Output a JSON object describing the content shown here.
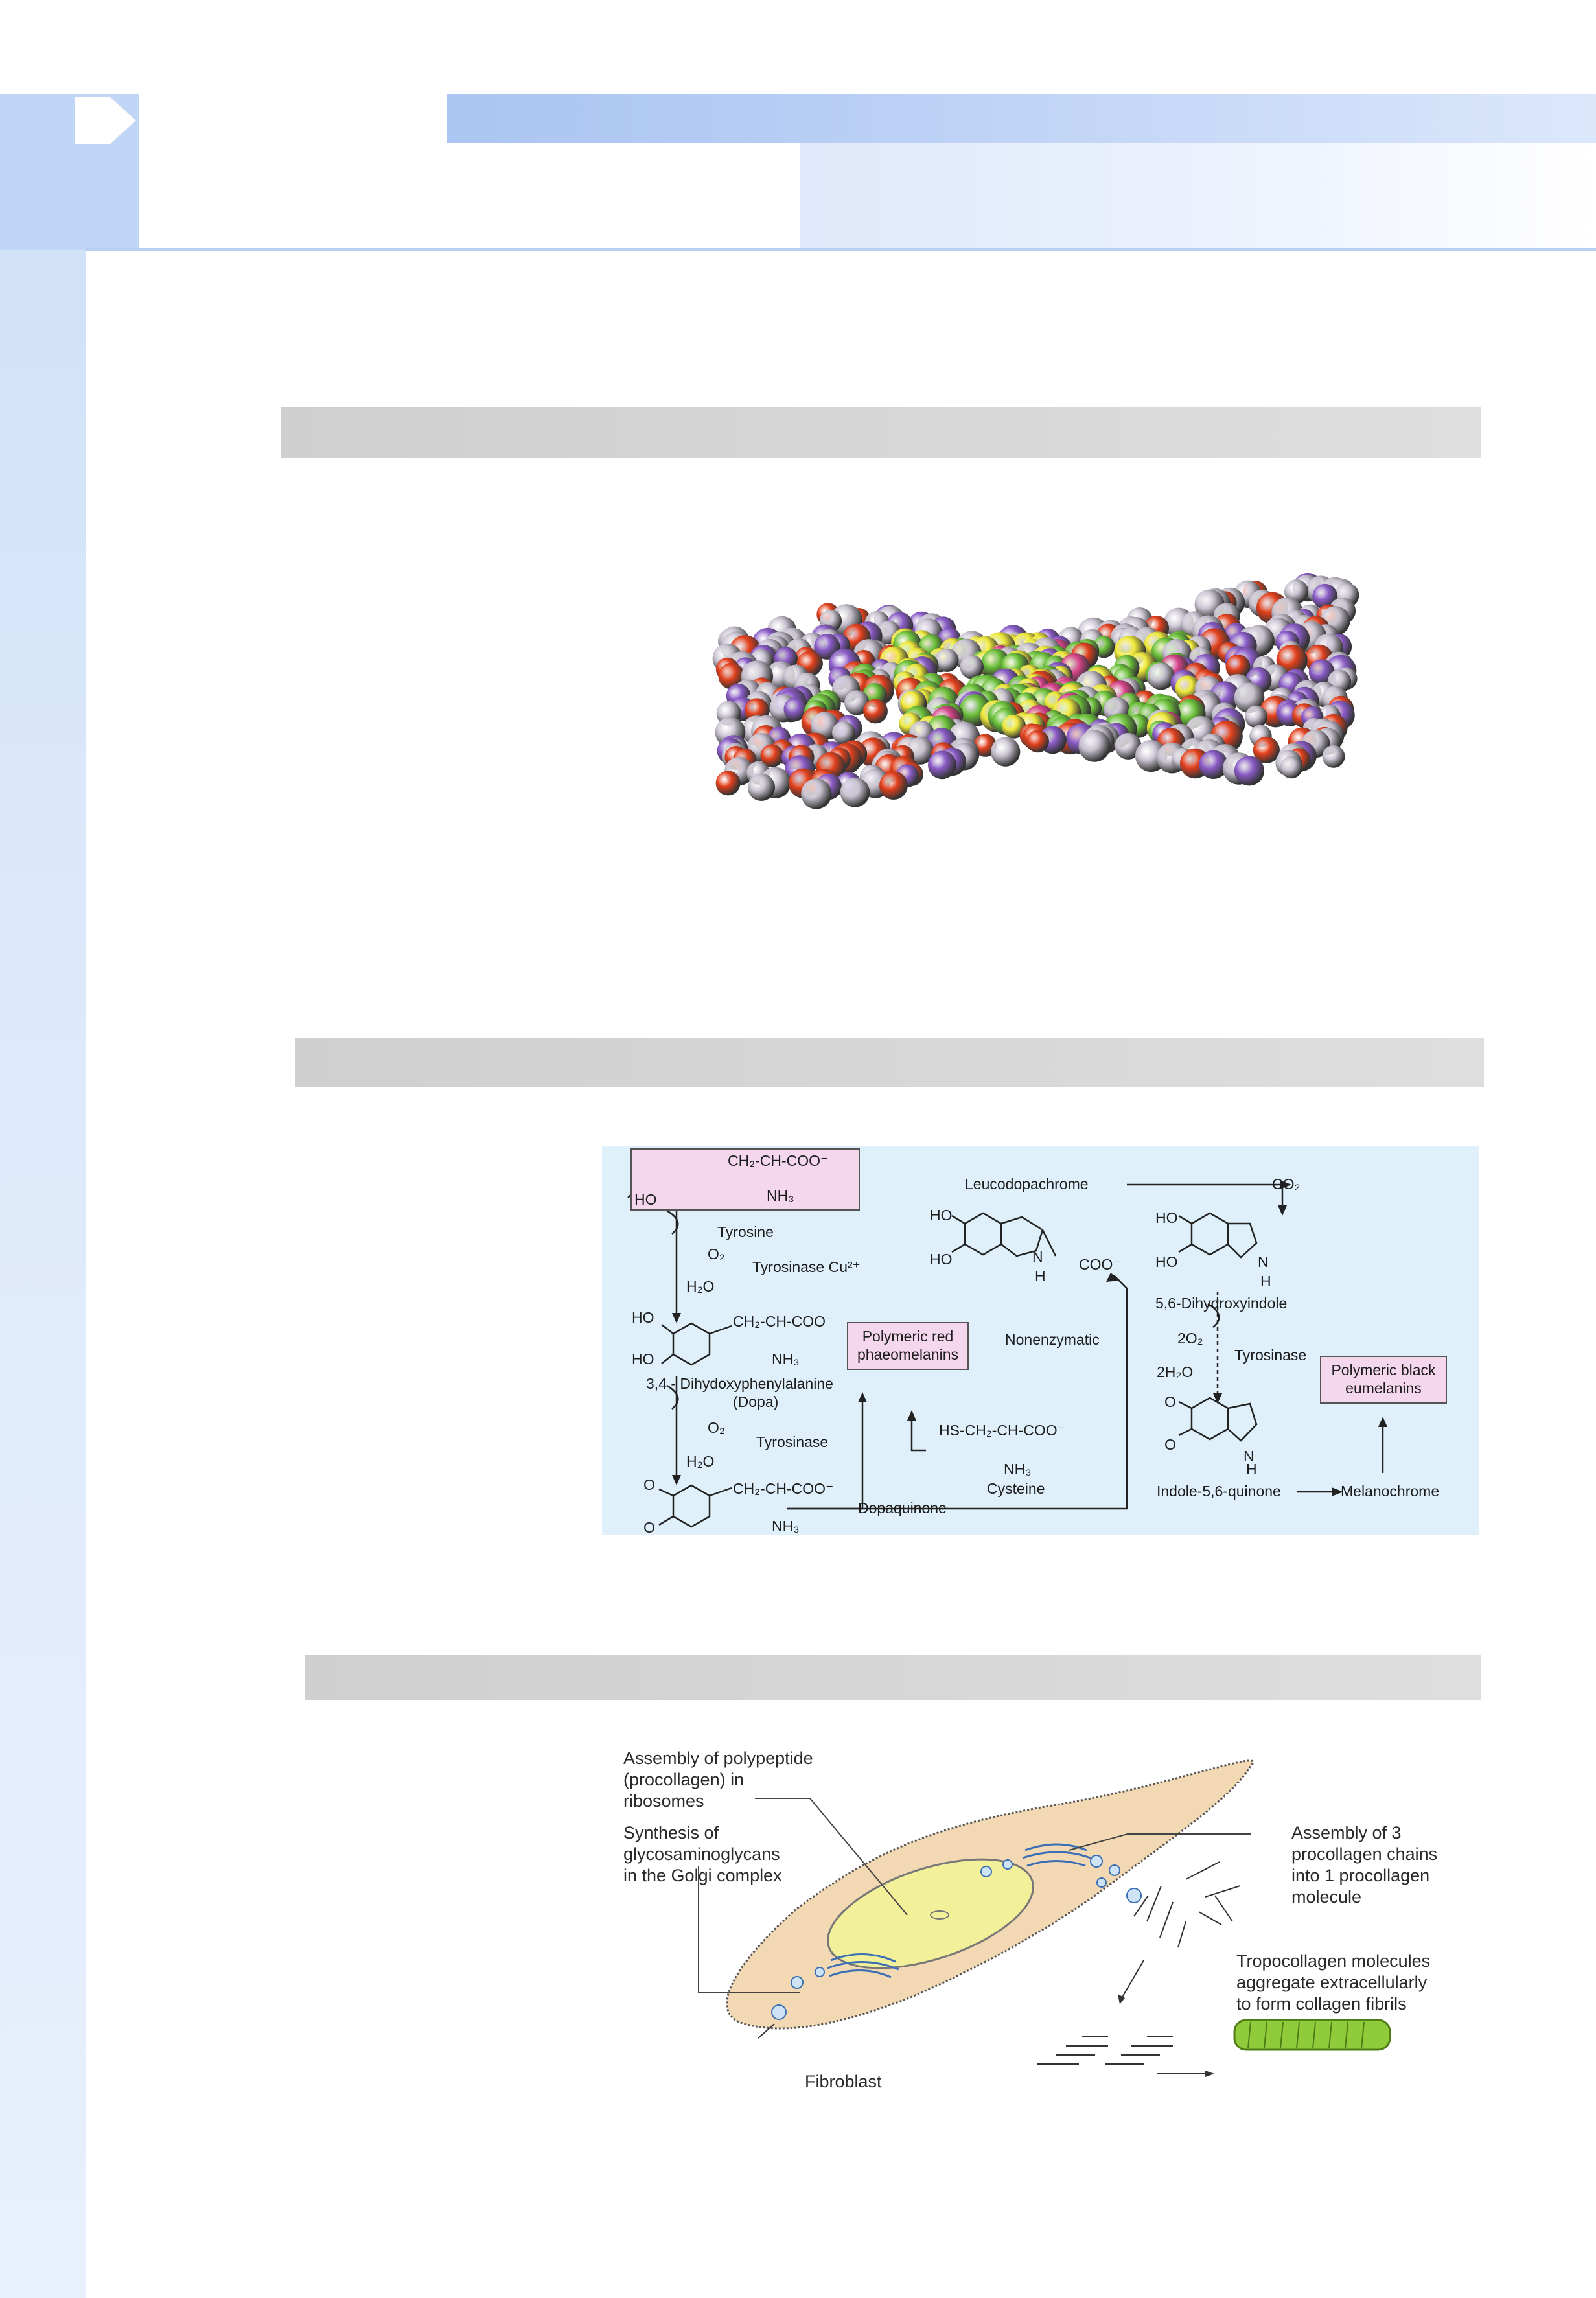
{
  "figure_pathway": {
    "tyrosine_formula": "CH₂-CH-COO⁻",
    "tyrosine_nh3": "NH₃",
    "tyrosine_ho": "HO",
    "tyrosine": "Tyrosine",
    "o2": "O₂",
    "h2o": "H₂O",
    "tyrosinase_cu": "Tyrosinase  Cu²⁺",
    "dopa_formula": "CH₂-CH-COO⁻",
    "dopa_nh3": "NH₃",
    "ho": "HO",
    "dopa_name": "3,4 - Dihydoxyphenylalanine",
    "dopa_abbr": "(Dopa)",
    "o2_b": "O₂",
    "h2o_b": "H₂O",
    "tyrosinase": "Tyrosinase",
    "dopaquinone_formula": "CH₂-CH-COO⁻",
    "dopaquinone_nh3": "NH₃",
    "o": "O",
    "polymeric_red_1": "Polymeric red",
    "polymeric_red_2": "phaeomelanins",
    "cysteine_formula": "HS-CH₂-CH-COO⁻",
    "cysteine_nh3": "NH₃",
    "cysteine": "Cysteine",
    "dopaquinone": "Dopaquinone",
    "leucodopachrome": "Leucodopachrome",
    "co2": "CO₂",
    "coo": "COO⁻",
    "n": "N",
    "h": "H",
    "nonenzymatic": "Nonenzymatic",
    "dihydroxyindole": "5,6-Dihydroxyindole",
    "two_o2": "2O₂",
    "two_h2o": "2H₂O",
    "tyrosinase_c": "Tyrosinase",
    "polymeric_black_1": "Polymeric black",
    "polymeric_black_2": "eumelanins",
    "indolequinone": "Indole-5,6-quinone",
    "melanochrome": "Melanochrome"
  },
  "figure_collagen": {
    "label_procollagen": [
      "Assembly of polypeptide",
      "(procollagen) in",
      "ribosomes"
    ],
    "label_glycosaminoglycans": [
      "Synthesis of",
      "glycosaminoglycans",
      "in the Golgi complex"
    ],
    "label_assembly": [
      "Assembly of 3",
      "procollagen chains",
      "into 1 procollagen",
      "molecule"
    ],
    "label_tropocollagen": [
      "Tropocollagen molecules",
      "aggregate extracellularly",
      "to form collagen fibrils"
    ],
    "fibroblast": "Fibroblast"
  },
  "colors": {
    "header_blue": "#b6cdf4",
    "section_bar_gray": "#d6d6d6",
    "pathway_panel": "#dff0fb",
    "pink_box": "#f4d7ec",
    "cell_fill": "#f2d9b3",
    "nucleus_fill": "#f3f09a",
    "fibril_green": "#8fcb3a"
  }
}
